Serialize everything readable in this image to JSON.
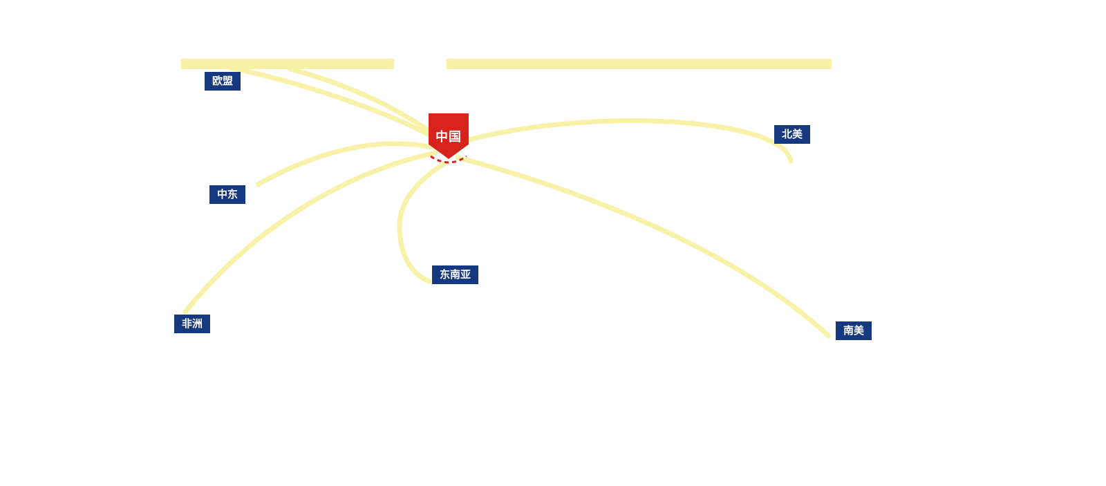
{
  "map": {
    "center": {
      "label": "中国"
    },
    "regions": [
      {
        "id": "eu",
        "label": "欧盟"
      },
      {
        "id": "north-america",
        "label": "北美"
      },
      {
        "id": "middle-east",
        "label": "中东"
      },
      {
        "id": "southeast-asia",
        "label": "东南亚"
      },
      {
        "id": "africa",
        "label": "非洲"
      },
      {
        "id": "south-america",
        "label": "南美"
      }
    ],
    "colors": {
      "route_line": "#F7F2A8",
      "top_band": "#F7F2A8",
      "label_background": "#16387E",
      "label_text": "#FFFFFF",
      "center_marker": "#D7231B"
    }
  }
}
